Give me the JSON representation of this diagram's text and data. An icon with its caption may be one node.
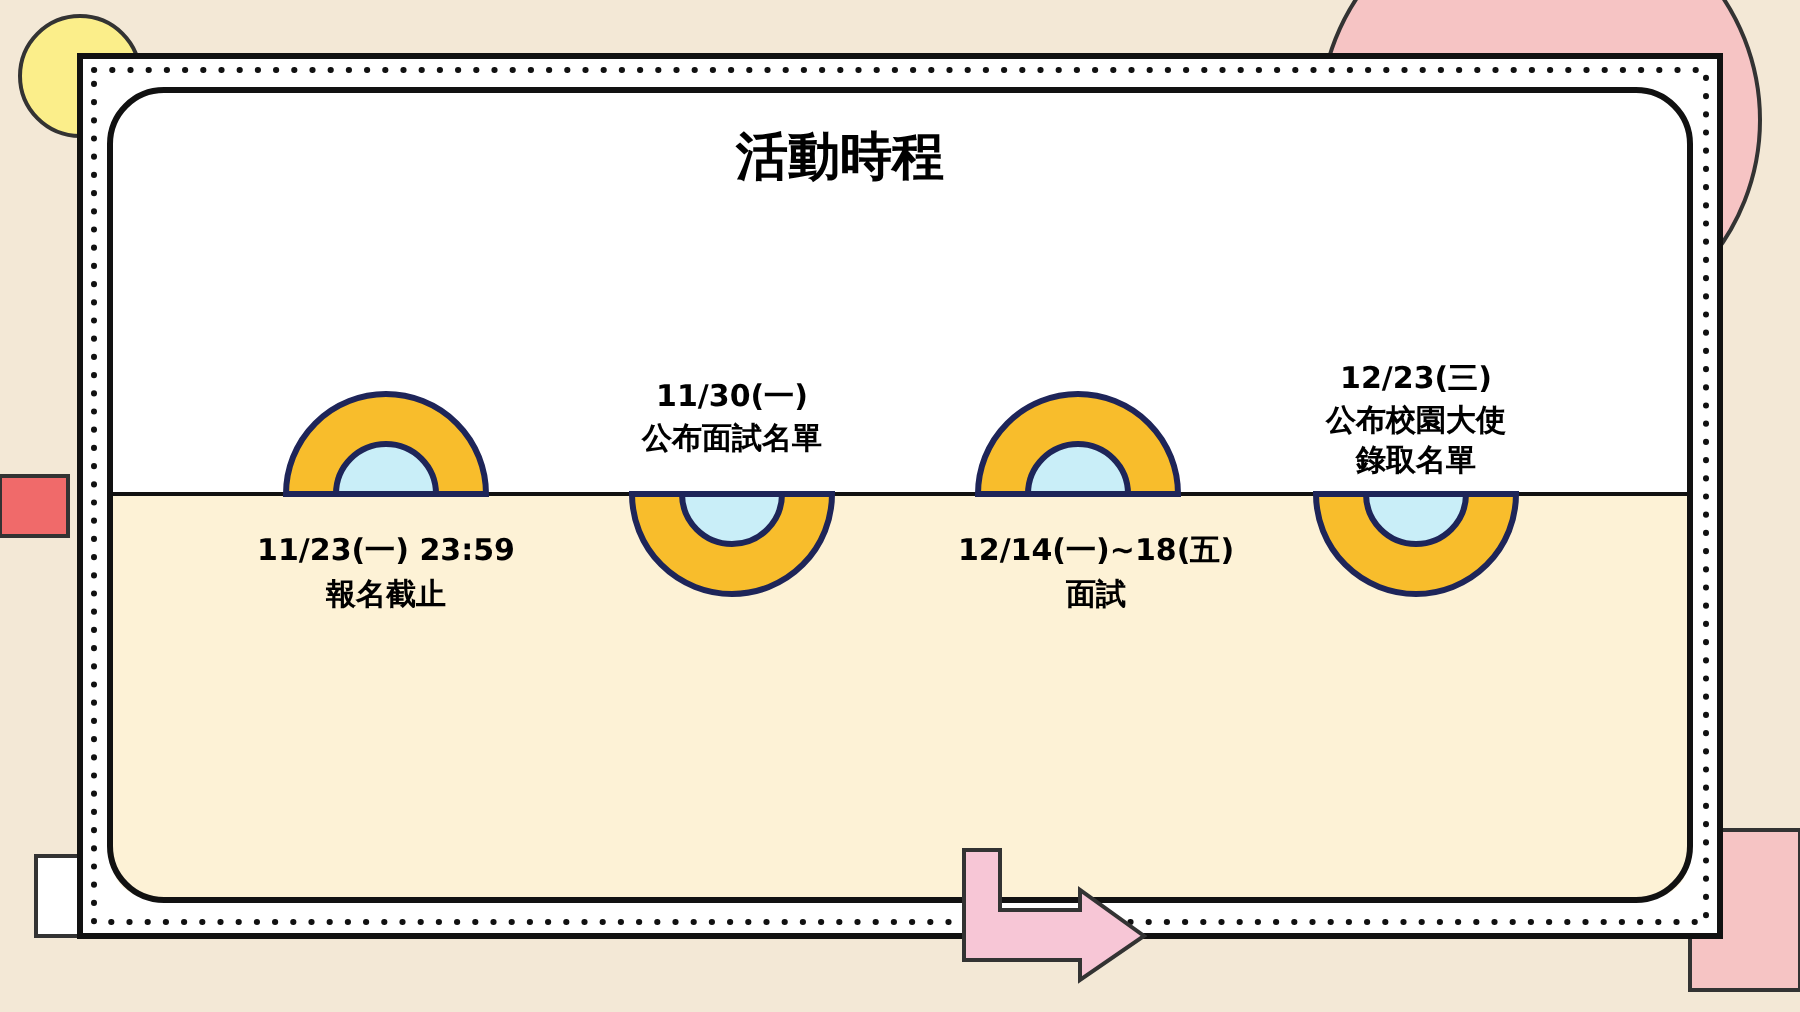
{
  "diagram": {
    "title": "活動時程",
    "labels": [
      "11/23(一) 23:59",
      "報名截止",
      "11/30(一)",
      "公布面試名單",
      "12/14(一)~18(五)",
      "面試",
      "12/23(三)",
      "公布校園大使錄取名單"
    ]
  }
}
